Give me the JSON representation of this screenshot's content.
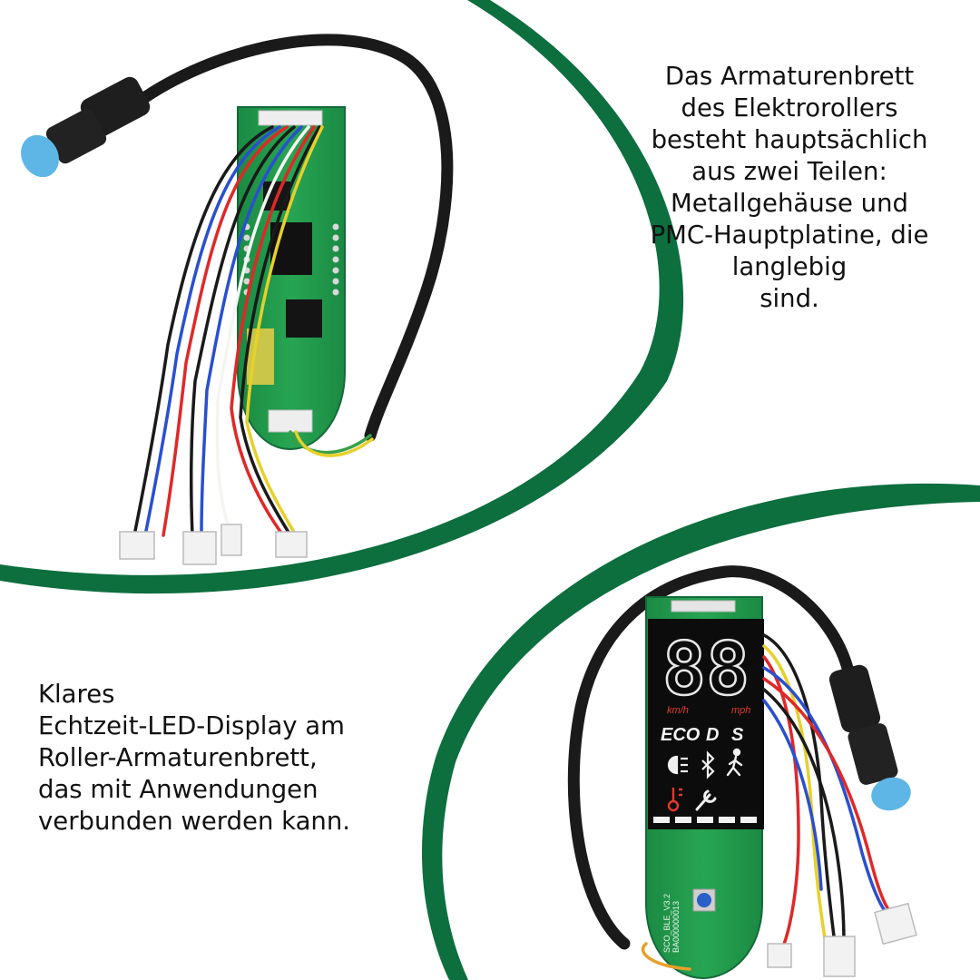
{
  "colors": {
    "background": "#ffffff",
    "accent_green": "#0d6e3e",
    "pcb_green": "#1f9a4a",
    "text": "#111111",
    "display_red": "#e23b2e",
    "connector_blue": "#5db6e6"
  },
  "caption_top": {
    "lines": [
      "Das Armaturenbrett",
      "des Elektrorollers",
      "besteht hauptsächlich",
      "aus zwei Teilen:",
      "Metallgehäuse und",
      "PMC-Hauptplatine, die",
      "langlebig",
      "sind."
    ]
  },
  "caption_bottom": {
    "lines": [
      "Klares",
      "Echtzeit-LED-Display am",
      "Roller-Armaturenbrett,",
      "das mit Anwendungen",
      "verbunden werden kann."
    ]
  },
  "display": {
    "speed_digits": "88",
    "unit_kmh": "km/h",
    "unit_mph": "mph",
    "mode_eco": "ECO",
    "mode_d": "D",
    "mode_s": "S"
  },
  "board": {
    "silk_version": "SCO_BLE_V3.2",
    "silk_id": "BA000000013"
  },
  "icons": [
    "headlight-icon",
    "bluetooth-icon",
    "walking-person-icon",
    "thermometer-icon",
    "wrench-icon"
  ]
}
